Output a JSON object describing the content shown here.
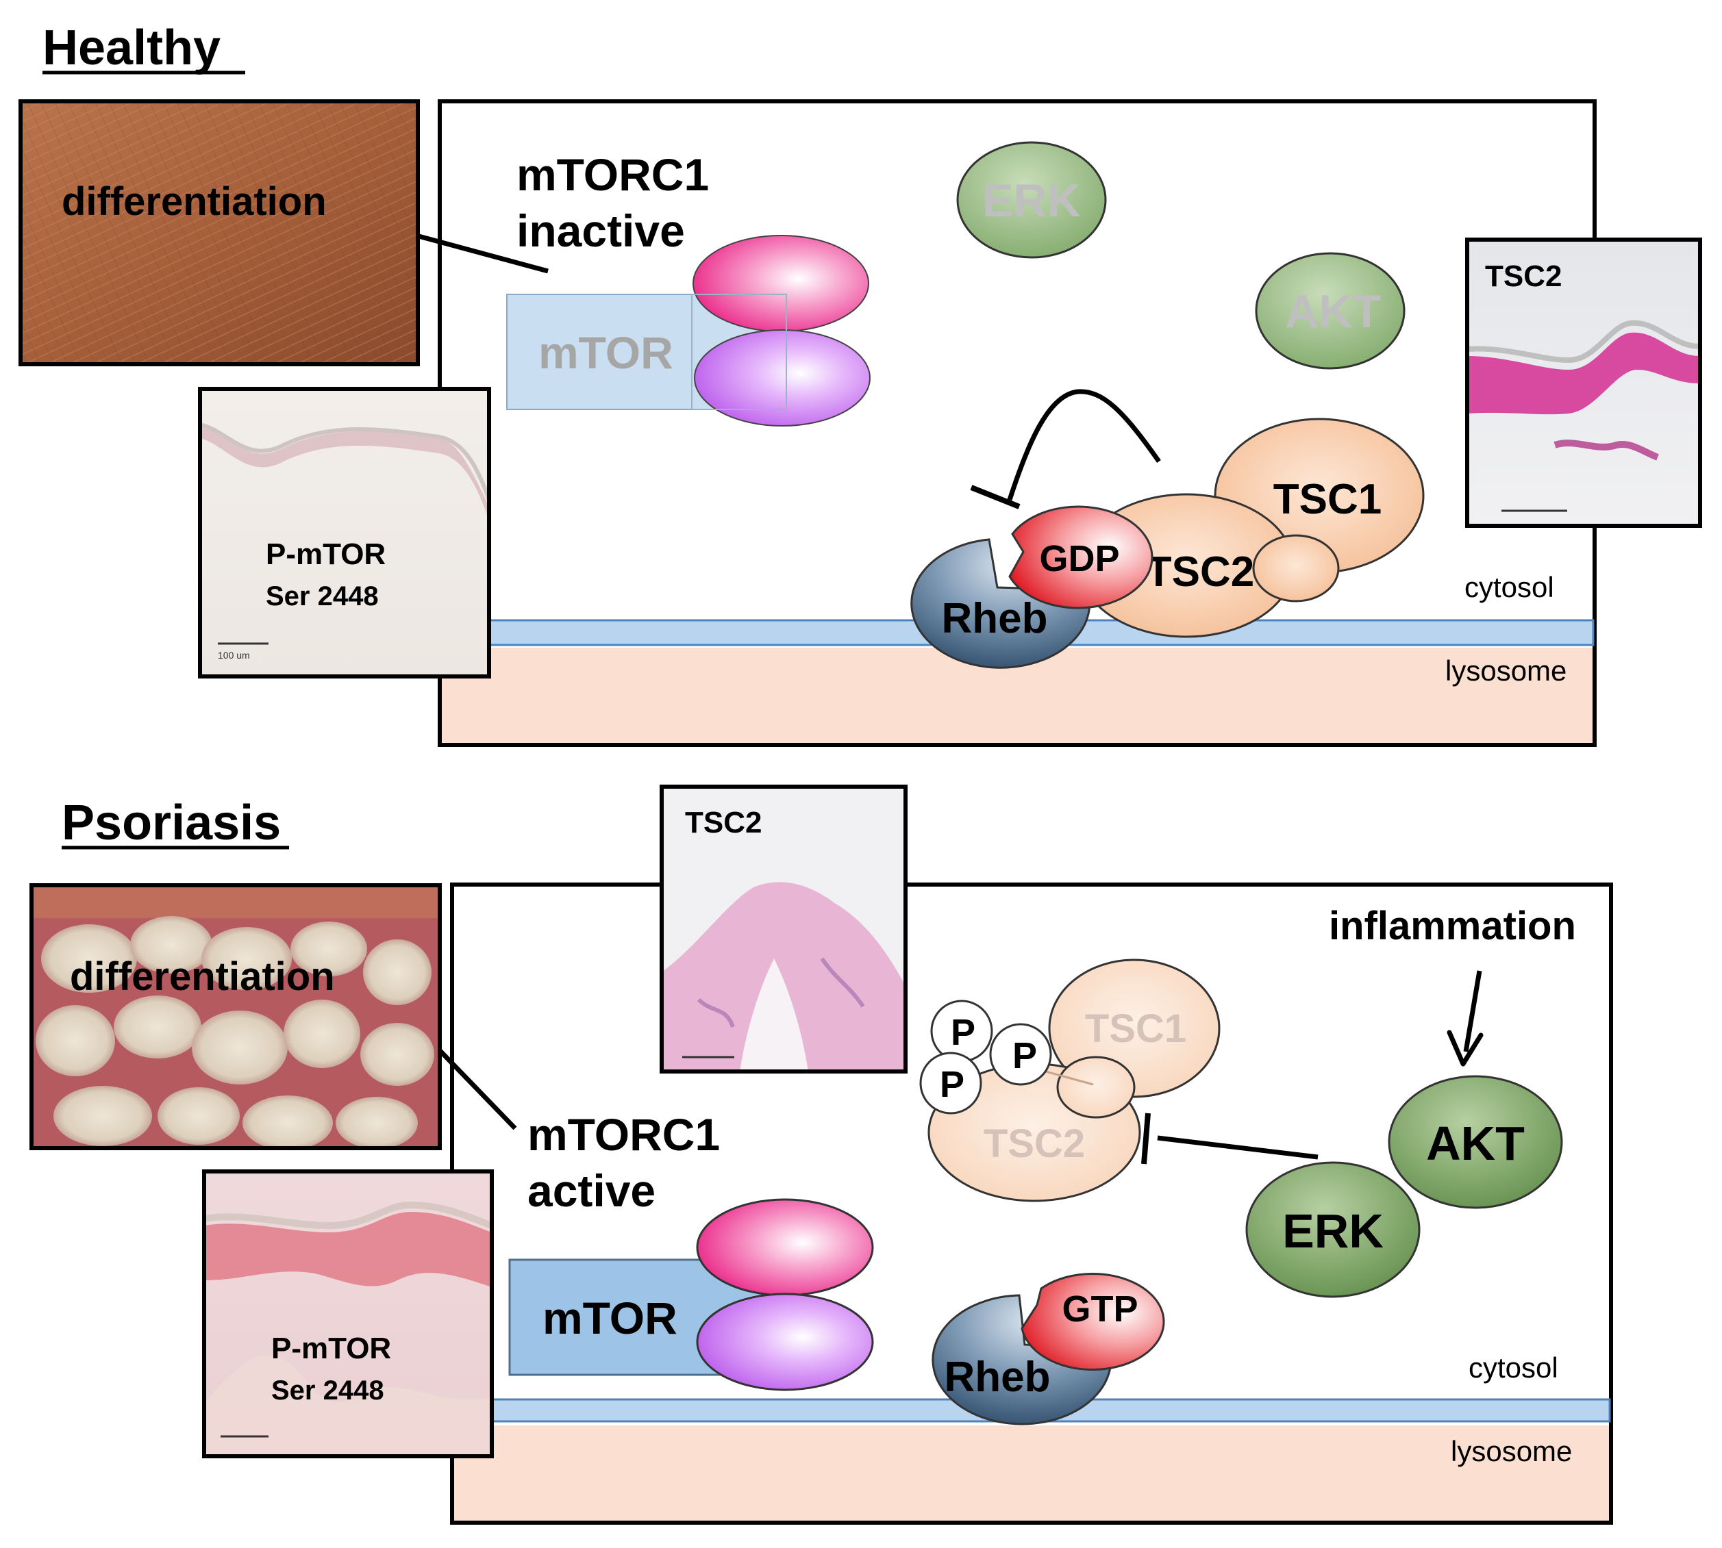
{
  "healthy": {
    "title": "Healthy",
    "skin_label": "differentiation",
    "mtorc1_line1": "mTORC1",
    "mtorc1_line2": "inactive",
    "mtor_label": "mTOR",
    "erk_label": "ERK",
    "akt_label": "AKT",
    "tsc1_label": "TSC1",
    "tsc2_label": "TSC2",
    "gdp_label": "GDP",
    "rheb_label": "Rheb",
    "cytosol_label": "cytosol",
    "lysosome_label": "lysosome",
    "histo_pmtor_line1": "P-mTOR",
    "histo_pmtor_line2": "Ser 2448",
    "histo_pmtor_scale": "100 um",
    "histo_tsc2_label": "TSC2"
  },
  "psoriasis": {
    "title": "Psoriasis",
    "skin_label": "differentiation",
    "mtorc1_line1": "mTORC1",
    "mtorc1_line2": "active",
    "mtor_label": "mTOR",
    "erk_label": "ERK",
    "akt_label": "AKT",
    "tsc1_label": "TSC1",
    "tsc2_label": "TSC2",
    "phospho_label": "P",
    "gtp_label": "GTP",
    "rheb_label": "Rheb",
    "inflammation_label": "inflammation",
    "cytosol_label": "cytosol",
    "lysosome_label": "lysosome",
    "histo_pmtor_line1": "P-mTOR",
    "histo_pmtor_line2": "Ser 2448",
    "histo_tsc2_label": "TSC2"
  },
  "colors": {
    "mtor_inactive": "#c9dff1",
    "mtor_active": "#9dc3e6",
    "kinase_green": "#6f9a57",
    "tsc_peach": "#f6c6a2",
    "rheb_blue": "#3a5a7a",
    "gxp_red": "#e0202a",
    "lysosome": "#fbe0d2",
    "membrane": "#b9d4ee",
    "raptor_pink": "#ef3f96",
    "rictor_violet": "#c16af0"
  }
}
